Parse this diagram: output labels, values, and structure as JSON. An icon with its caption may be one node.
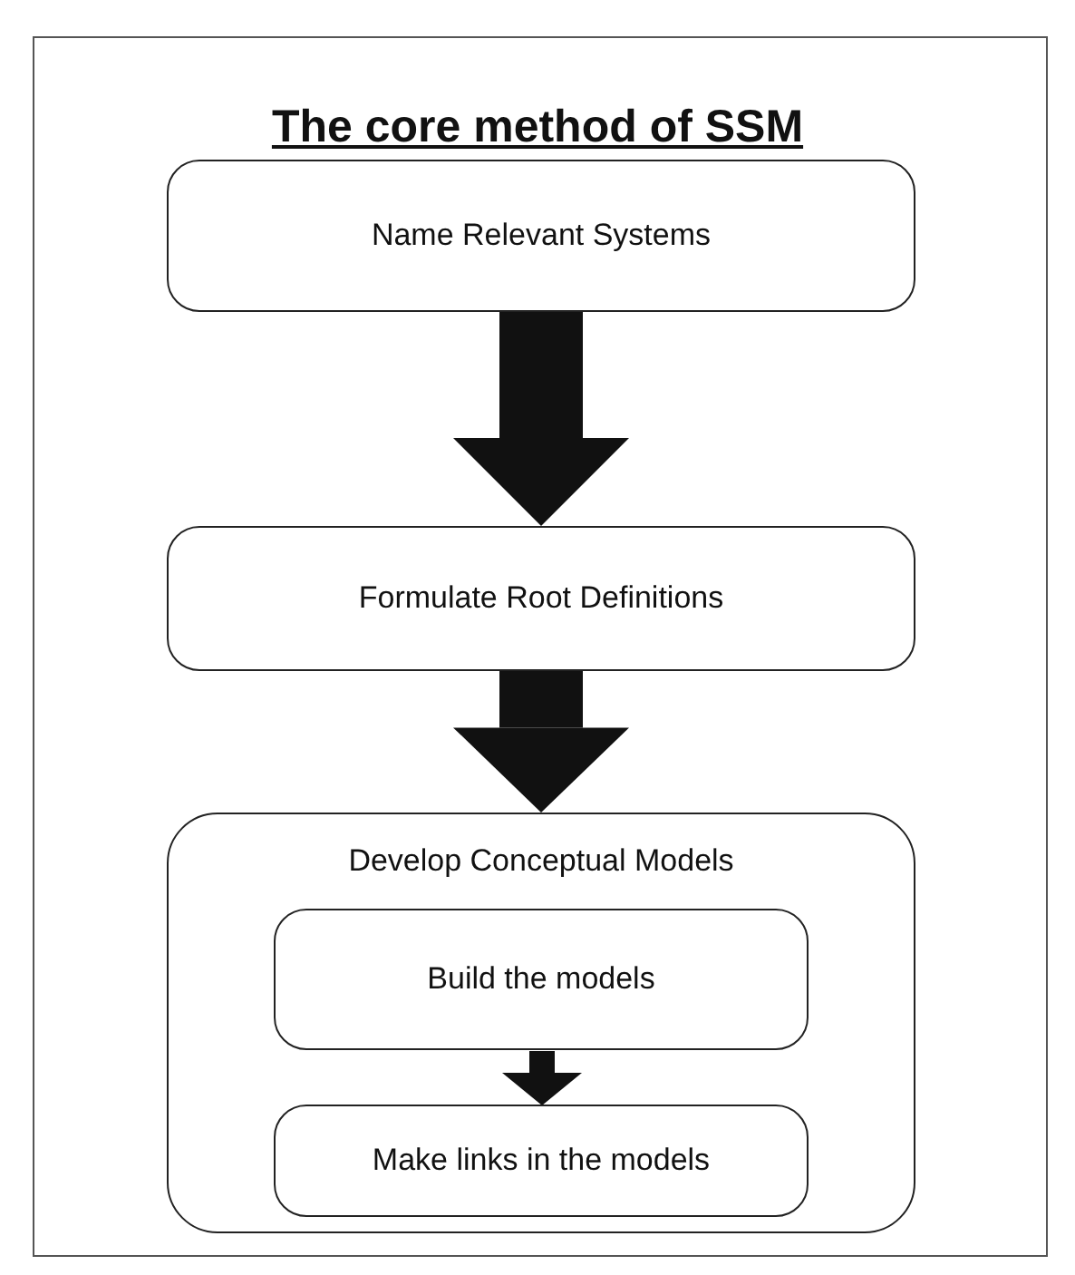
{
  "diagram": {
    "title": "The core method of SSM",
    "nodes": [
      {
        "text": [
          "Name Relevant Systems"
        ]
      },
      {
        "text": [
          "Formulate Root Definitions"
        ]
      },
      {
        "text": [
          "Develop Conceptual Models"
        ]
      },
      {
        "text": [
          "Build the models"
        ],
        "in": 2
      },
      {
        "text": [
          "Make links in the models"
        ],
        "in": 2
      }
    ],
    "edges": [
      {
        "from": 0,
        "to": 1,
        "arrow": "to"
      },
      {
        "from": 1,
        "to": 2,
        "arrow": "to"
      },
      {
        "from": 3,
        "to": 4,
        "arrow": "to"
      }
    ]
  }
}
